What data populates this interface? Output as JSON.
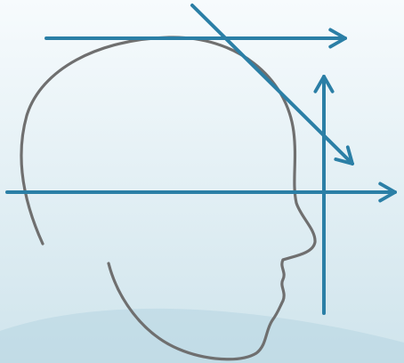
{
  "diagram": {
    "background": {
      "top": "#f7fbfd",
      "bottom": "#cfe4ec",
      "swoosh": "#b7d6e2"
    },
    "head_profile_color": "#6f6f6f",
    "arrow_color": "#2b7fa6",
    "arrow_names": [
      "horizontal-top-arrow",
      "diagonal-arrow",
      "horizontal-middle-arrow",
      "vertical-arrow"
    ]
  }
}
